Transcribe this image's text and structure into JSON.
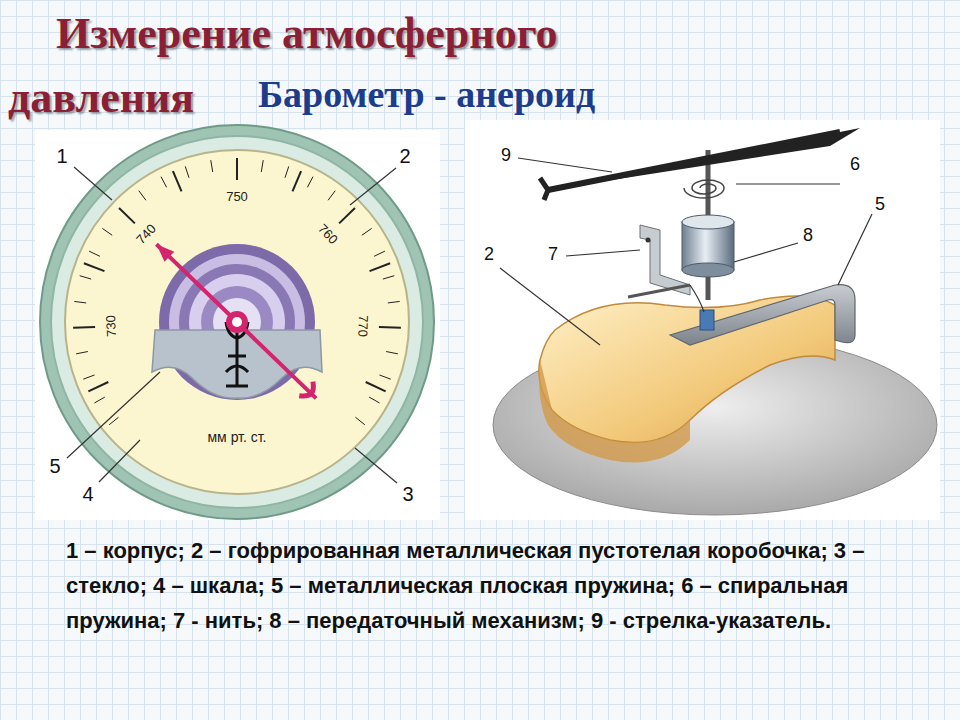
{
  "diagram": {
    "title": "Измерение атмосферного давления",
    "caption": "1 – корпус; 2 – гофрированная металлическая пустотелая коробочка; 3 – стекло; 4 – шкала; 5 – металлическая плоская пружина; 6 – спиральная пружина; 7 - нить; 8 – передаточный механизм; 9 - стрелка-указатель.",
    "labels": [
      "Барометр - анероид",
      "1",
      "2",
      "3",
      "4",
      "5",
      "730",
      "740",
      "750",
      "760",
      "770",
      "мм рт. ст.",
      "9",
      "6",
      "5",
      "8",
      "2",
      "7"
    ]
  }
}
